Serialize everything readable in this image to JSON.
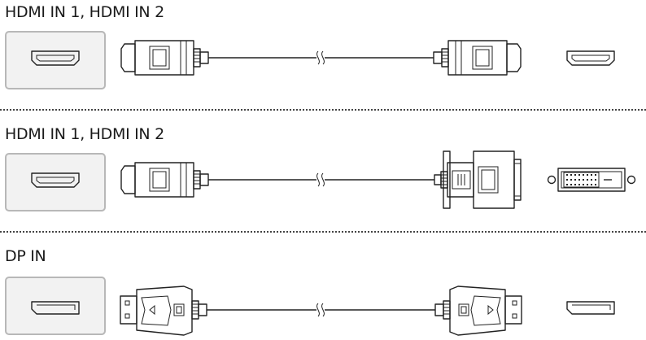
{
  "sections": [
    {
      "title": "HDMI IN 1, HDMI IN 2",
      "source_port": "hdmi-port",
      "cable": "hdmi-to-hdmi",
      "device_port": "hdmi-port"
    },
    {
      "title": "HDMI IN 1, HDMI IN 2",
      "source_port": "hdmi-port",
      "cable": "hdmi-to-dvi",
      "device_port": "dvi-port"
    },
    {
      "title": "DP IN",
      "source_port": "displayport-port",
      "cable": "dp-to-dp",
      "device_port": "displayport-port"
    }
  ],
  "colors": {
    "line": "#222222",
    "panel_bg": "#f2f2f2",
    "panel_border": "#b8b8b8",
    "divider": "#444444"
  }
}
